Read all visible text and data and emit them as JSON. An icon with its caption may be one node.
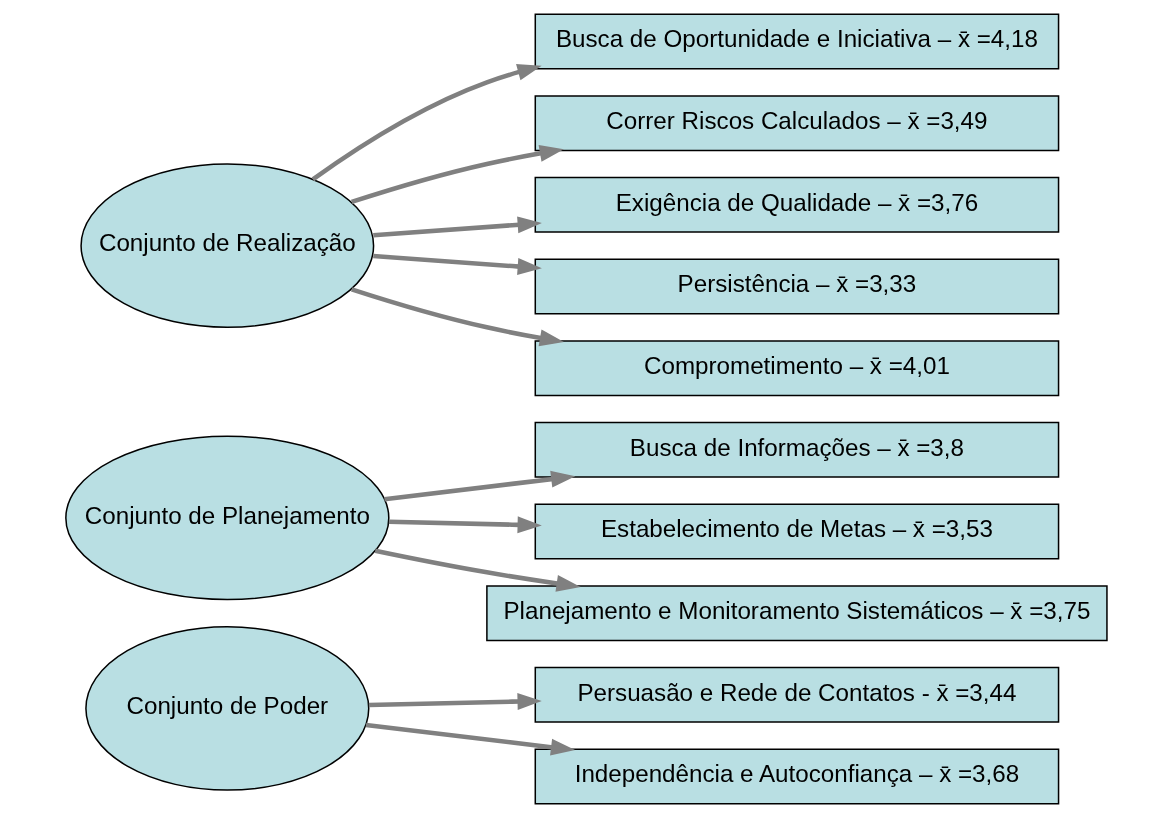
{
  "diagram": {
    "nodes": [
      {
        "text": [
          "Conjunto de Realização"
        ]
      },
      {
        "text": [
          "Busca de Oportunidade e Iniciativa – x̄ =4,18"
        ]
      },
      {
        "text": [
          "Correr Riscos Calculados – x̄ =3,49"
        ]
      },
      {
        "text": [
          "Exigência de Qualidade – x̄ =3,76"
        ]
      },
      {
        "text": [
          "Persistência – x̄ =3,33"
        ]
      },
      {
        "text": [
          "Comprometimento – x̄ =4,01"
        ]
      },
      {
        "text": [
          "Conjunto de Planejamento"
        ]
      },
      {
        "text": [
          "Busca de Informações – x̄ =3,8"
        ]
      },
      {
        "text": [
          "Estabelecimento de Metas – x̄ =3,53"
        ]
      },
      {
        "text": [
          "Planejamento e Monitoramento Sistemáticos – x̄ =3,75"
        ]
      },
      {
        "text": [
          "Conjunto de Poder"
        ]
      },
      {
        "text": [
          "Persuasão e Rede de Contatos - x̄ =3,44"
        ]
      },
      {
        "text": [
          "Independência e Autoconfiança – x̄ =3,68"
        ]
      }
    ],
    "edges": [
      {
        "from": 0,
        "to": 1,
        "arrow": "to"
      },
      {
        "from": 0,
        "to": 2,
        "arrow": "to"
      },
      {
        "from": 0,
        "to": 3,
        "arrow": "to"
      },
      {
        "from": 0,
        "to": 4,
        "arrow": "to"
      },
      {
        "from": 0,
        "to": 5,
        "arrow": "to"
      },
      {
        "from": 6,
        "to": 7,
        "arrow": "to"
      },
      {
        "from": 6,
        "to": 8,
        "arrow": "to"
      },
      {
        "from": 6,
        "to": 9,
        "arrow": "to"
      },
      {
        "from": 10,
        "to": 11,
        "arrow": "to"
      },
      {
        "from": 10,
        "to": 12,
        "arrow": "to"
      }
    ]
  }
}
